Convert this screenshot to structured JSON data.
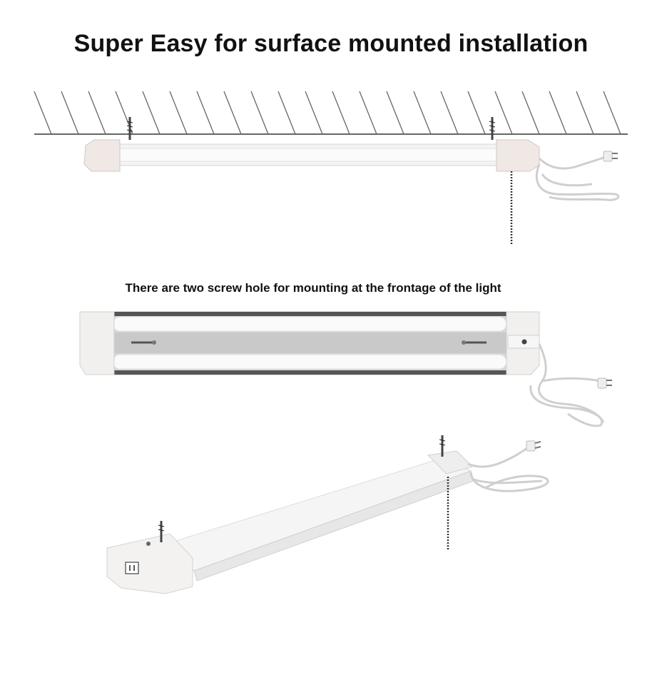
{
  "title": "Super Easy for surface mounted installation",
  "caption": "There are two screw hole for mounting at the frontage of the light",
  "colors": {
    "background": "#ffffff",
    "text": "#111111",
    "ceiling_hatch": "#555555",
    "housing": "#f2f0ee",
    "tube": "#f7f7f7",
    "pull_chain": "#333333"
  },
  "illustrations": [
    {
      "name": "ceiling-mounted-light",
      "icon": "led-shop-light-icon"
    },
    {
      "name": "front-view-light",
      "icon": "led-shop-light-icon"
    },
    {
      "name": "perspective-light",
      "icon": "led-shop-light-icon"
    }
  ]
}
